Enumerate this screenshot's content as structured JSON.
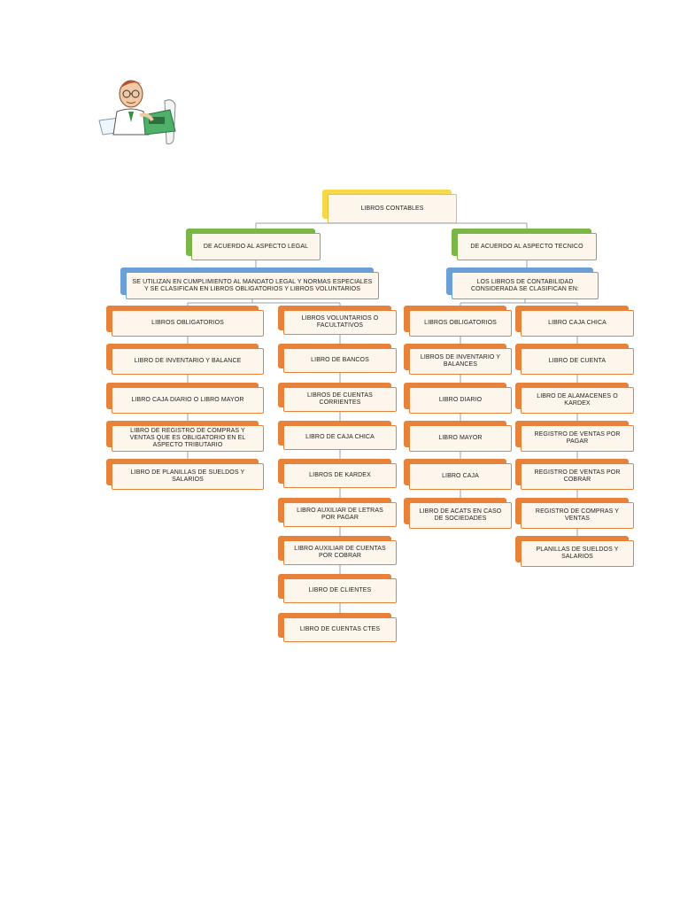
{
  "colors": {
    "root_accent": "#f7d84a",
    "root_border": "#e8c23a",
    "green_accent": "#7ab648",
    "green_border": "#7ab648",
    "blue_accent": "#6aa0d6",
    "blue_border": "#6aa0d6",
    "orange_accent": "#e8823a",
    "orange_border": "#e8823a",
    "face": "#fdf6ec",
    "connector": "#9aa0a6"
  },
  "illustration": {
    "icon": "clerk-with-adding-machine-icon"
  },
  "chart_data": {
    "type": "org-chart",
    "root": "LIBROS CONTABLES",
    "branches": [
      {
        "label": "DE ACUERDO AL ASPECTO LEGAL",
        "description": "SE UTILIZAN EN CUMPLIMIENTO AL MANDATO LEGAL Y NORMAS ESPECIALES Y SE CLASIFICAN EN LIBROS OBLIGATORIOS Y LIBROS VOLUNTARIOS",
        "columns": [
          [
            "LIBROS OBLIGATORIOS",
            "LIBRO DE INVENTARIO Y BALANCE",
            "LIBRO CAJA DIARIO O lIBRO MAYOR",
            "LIBRO DE REGISTRO DE COMPRAS Y VENTAS QUE ES OBLIGATORIO EN EL ASPECTO TRIBUTARIO",
            "LIBRO DE PLANILLAS DE SUELDOS Y SALARIOS"
          ],
          [
            "LIBROS VOLUNTARIOS O FACULTATIVOS",
            "LIBRO DE BANCOS",
            "LIBROS DE CUENTAS CORRIENTES",
            "LIBRO DE CAJA CHICA",
            "LIBROS DE KARDEX",
            "LIBRO AUXILIAR DE LETRAS POR PAGAR",
            "LIBRO AUXILIAR DE CUENTAS POR COBRAR",
            "LIBRO DE CLIENTES",
            "LIBRO DE CUENTAS CTES"
          ]
        ]
      },
      {
        "label": "DE ACUERDO AL ASPECTO TECNICO",
        "description": "LOS LIBROS DE CONTABILIDAD CONSIDERADA SE CLASIFICAN EN:",
        "columns": [
          [
            "LIBROS OBLIGATORIOS",
            "LIBROS DE INVENTARIO Y BALANCES",
            "LIBRO DIARIO",
            "LIBRO MAYOR",
            "LIBRO CAJA",
            "LIBRO DE ACATS EN CASO DE SOCIEDADES"
          ],
          [
            "LIBRO CAJA CHICA",
            "LIBRO DE CUENTA",
            "LIBRO DE ALAMACENES O KARDEX",
            "REGISTRO DE VENTAS POR PAGAR",
            "REGISTRO DE VENTAS POR COBRAR",
            "REGISTRO DE COMPRAS Y VENTAS",
            "PLANILLAS DE SUELDOS Y SALARIOS"
          ]
        ]
      }
    ]
  }
}
